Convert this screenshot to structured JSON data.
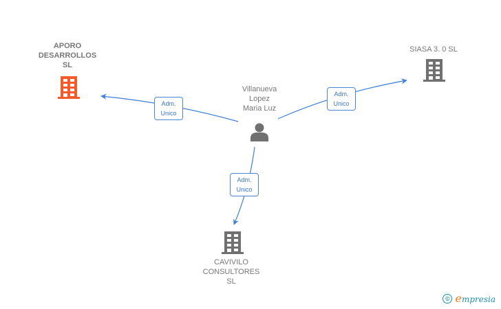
{
  "colors": {
    "edge": "#3f7fd8",
    "highlight_company": "#f45a2a",
    "company": "#707070",
    "person": "#707070",
    "label_text": "#777777",
    "edge_label_text": "#3a76c8",
    "brand": "#1b8fa6"
  },
  "nodes": {
    "person": {
      "type": "person",
      "icon": "person-icon",
      "lines": [
        "Villanueva",
        "Lopez",
        "Maria Luz"
      ]
    },
    "aporo": {
      "type": "company",
      "highlighted": true,
      "icon": "building-icon",
      "lines": [
        "APORO",
        "DESARROLLOS",
        "SL"
      ]
    },
    "siasa": {
      "type": "company",
      "highlighted": false,
      "icon": "building-icon",
      "lines": [
        "SIASA 3. 0  SL"
      ]
    },
    "cavivilo": {
      "type": "company",
      "highlighted": false,
      "icon": "building-icon",
      "lines": [
        "CAVIVILO",
        "CONSULTORES",
        "SL"
      ]
    }
  },
  "edges": [
    {
      "from": "person",
      "to": "aporo",
      "label": [
        "Adm.",
        "Unico"
      ]
    },
    {
      "from": "person",
      "to": "siasa",
      "label": [
        "Adm.",
        "Unico"
      ]
    },
    {
      "from": "person",
      "to": "cavivilo",
      "label": [
        "Adm.",
        "Unico"
      ]
    }
  ],
  "footer": {
    "copyright_symbol": "©",
    "brand_initial": "e",
    "brand_rest": "mpresia"
  }
}
